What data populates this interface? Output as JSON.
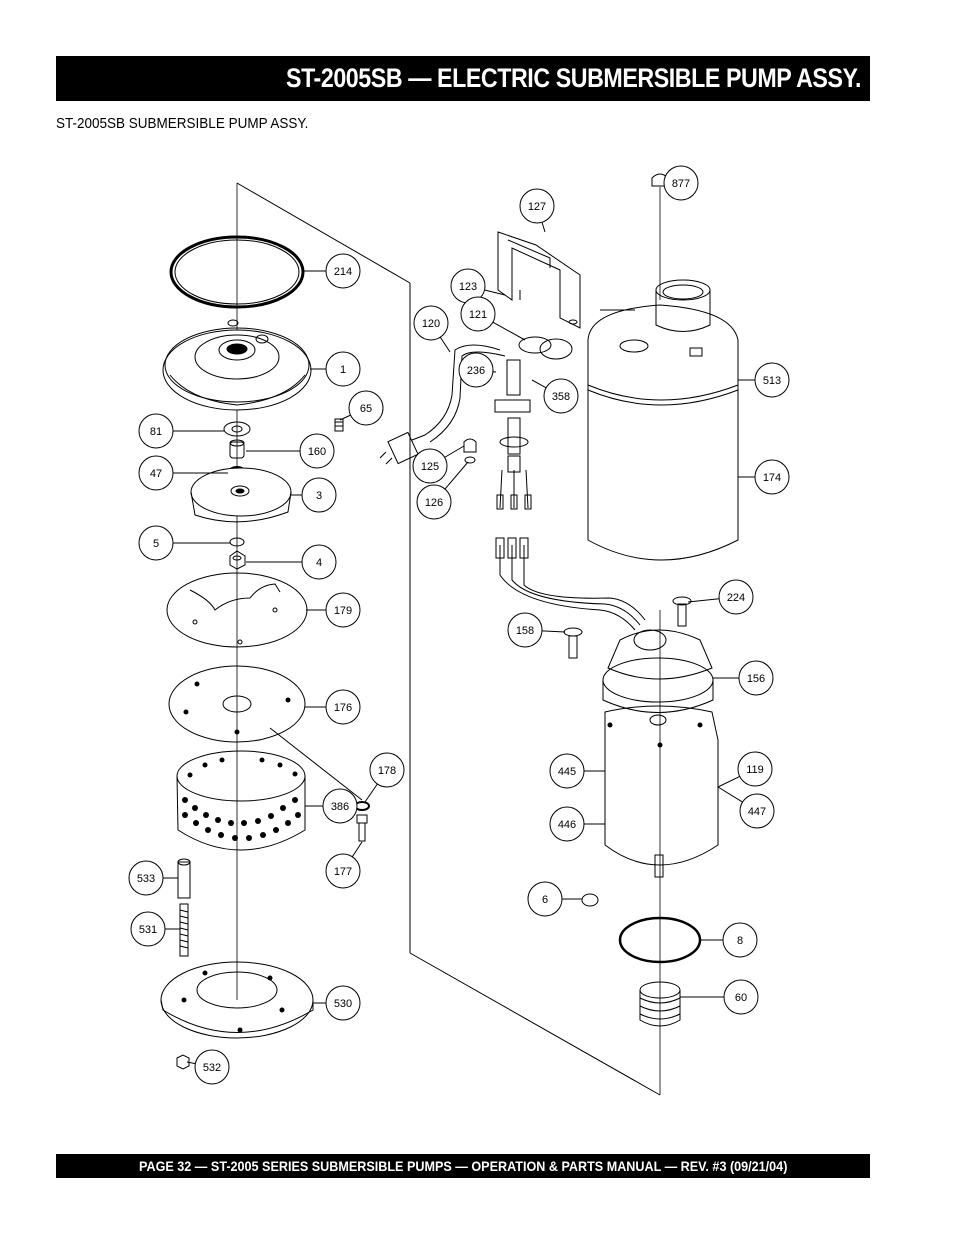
{
  "header": {
    "title": "ST-2005SB — ELECTRIC SUBMERSIBLE PUMP ASSY."
  },
  "subtitle": "ST-2005SB SUBMERSIBLE PUMP ASSY.",
  "footer": "PAGE 32 — ST-2005 SERIES SUBMERSIBLE PUMPS — OPERATION & PARTS MANUAL — REV. #3 (09/21/04)",
  "callouts": [
    "214",
    "1",
    "65",
    "81",
    "160",
    "47",
    "3",
    "5",
    "4",
    "179",
    "176",
    "178",
    "386",
    "177",
    "533",
    "531",
    "530",
    "532",
    "877",
    "127",
    "123",
    "121",
    "120",
    "236",
    "358",
    "513",
    "174",
    "125",
    "126",
    "224",
    "158",
    "156",
    "445",
    "446",
    "119",
    "447",
    "6",
    "8",
    "60"
  ]
}
